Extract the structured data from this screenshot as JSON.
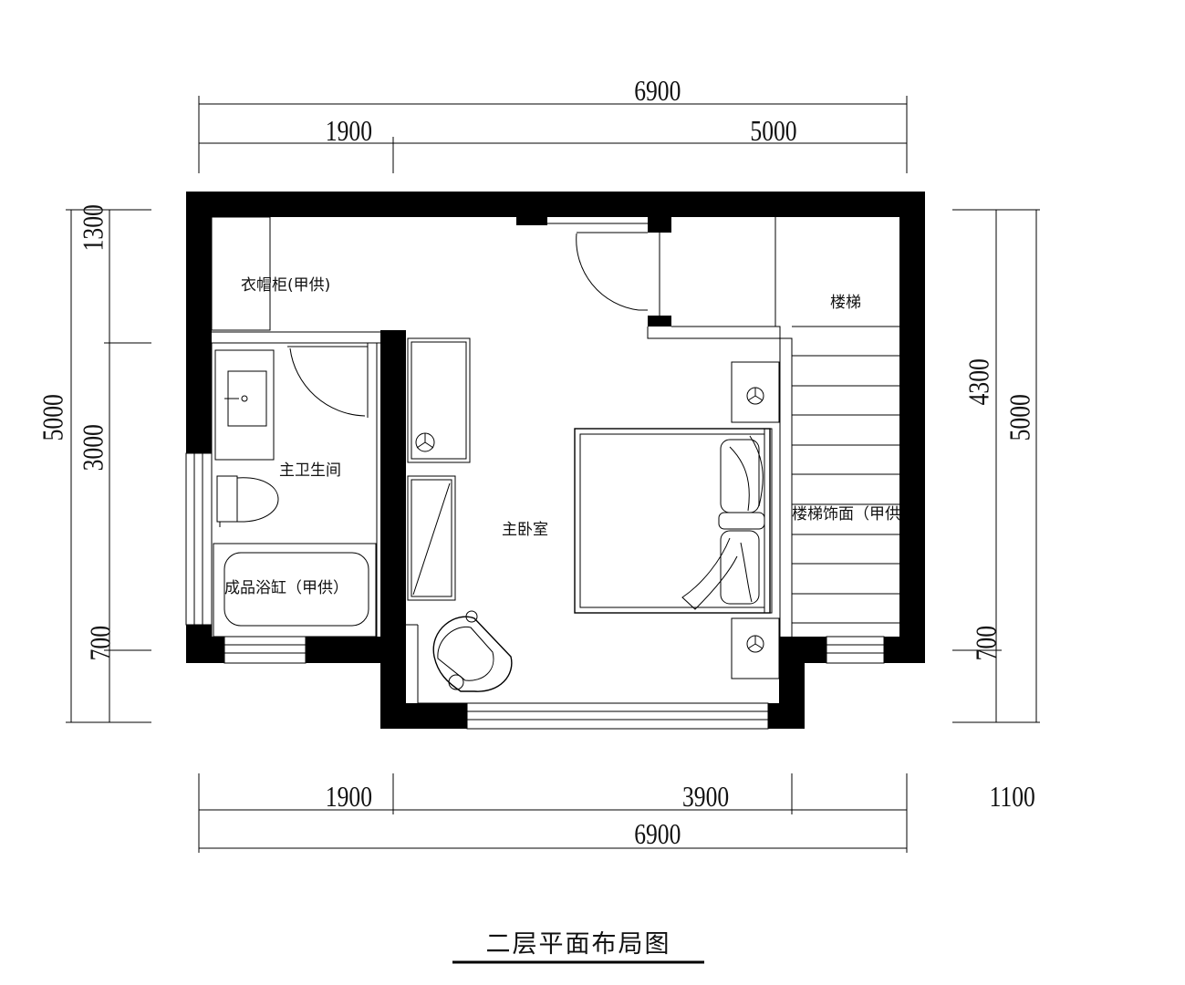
{
  "title": "二层平面布局图",
  "dimensions": {
    "top_total": "6900",
    "top_left": "1900",
    "top_right": "5000",
    "bottom_left": "1900",
    "bottom_mid": "3900",
    "bottom_right": "1100",
    "bottom_total": "6900",
    "left_total": "5000",
    "left_top": "1300",
    "left_mid": "3000",
    "left_bottom": "700",
    "right_upper": "4300",
    "right_total": "5000",
    "right_bottom": "700"
  },
  "rooms": {
    "wardrobe": "衣帽柜(甲供)",
    "stairs": "楼梯",
    "bathroom": "主卫生间",
    "bedroom": "主卧室",
    "bathtub": "成品浴缸（甲供）",
    "stair_finish": "楼梯饰面（甲供）"
  }
}
